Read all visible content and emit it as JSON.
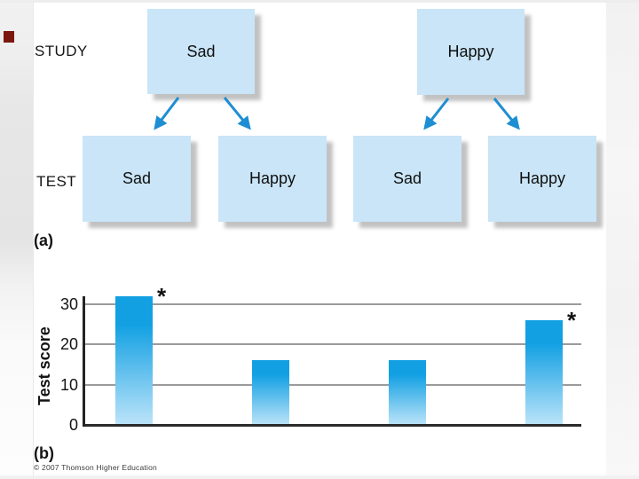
{
  "slide": {
    "study_row_label": "STUDY",
    "test_row_label": "TEST",
    "panel_a_label": "(a)",
    "panel_b_label": "(b)",
    "copyright": "© 2007 Thomson Higher Education"
  },
  "diagram": {
    "study_boxes": [
      {
        "label": "Sad"
      },
      {
        "label": "Happy"
      }
    ],
    "test_boxes": [
      {
        "label": "Sad"
      },
      {
        "label": "Happy"
      },
      {
        "label": "Sad"
      },
      {
        "label": "Happy"
      }
    ],
    "box_fill": "#c9e5f7",
    "arrow_color": "#1e8ed3"
  },
  "chart_data": {
    "type": "bar",
    "title": "",
    "xlabel": "",
    "ylabel": "Test score",
    "categories": [
      "study-sad-test-sad",
      "study-sad-test-happy",
      "study-happy-test-sad",
      "study-happy-test-happy"
    ],
    "values": [
      32,
      16,
      16,
      26
    ],
    "yticks": [
      0,
      10,
      20,
      30
    ],
    "ylim": [
      0,
      33
    ],
    "grid": true,
    "legend_visible": false,
    "significance": [
      true,
      false,
      false,
      true
    ],
    "significance_symbol": "*",
    "bar_gradient_top": "#12a0e3",
    "bar_gradient_bottom": "#bce4f9"
  }
}
